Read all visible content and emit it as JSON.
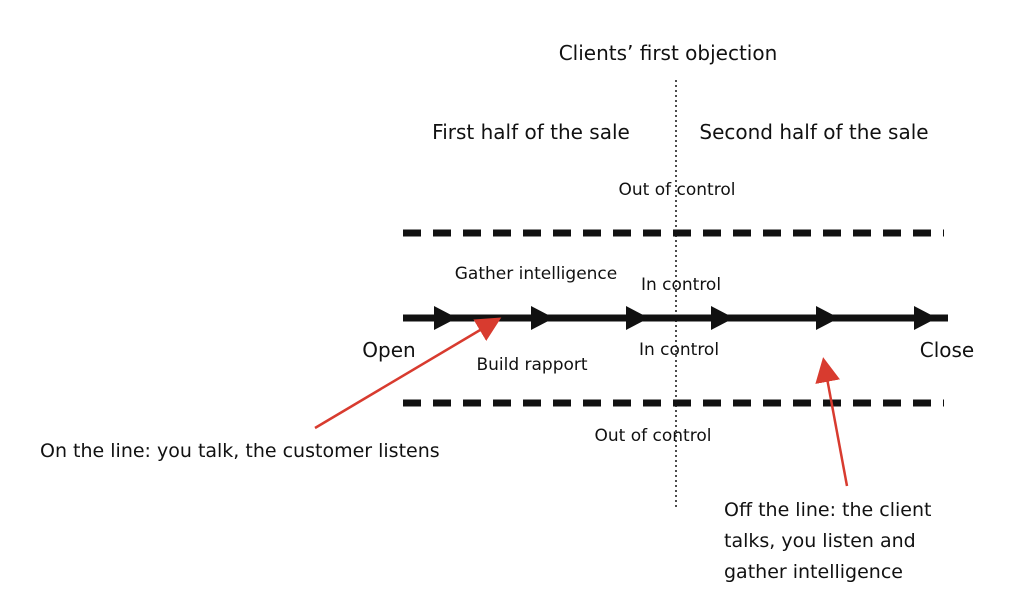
{
  "diagram": {
    "objection_label": "Clients’ first objection",
    "first_half_label": "First half of the sale",
    "second_half_label": "Second half of the sale",
    "out_of_control_top": "Out of control",
    "gather_intelligence": "Gather intelligence",
    "in_control_top": "In control",
    "open_label": "Open",
    "build_rapport": "Build rapport",
    "in_control_bottom": "In control",
    "close_label": "Close",
    "on_line_note": "On the line: you talk, the customer listens",
    "out_of_control_bottom": "Out of control",
    "off_line_note": [
      "Off the line: the client",
      "talks, you listen and",
      "gather intelligence"
    ]
  },
  "colors": {
    "ink": "#111111",
    "annotation_arrow": "#d83b2f",
    "background": "#ffffff"
  },
  "icons": {
    "process_arrowheads": "triangle-right-icon",
    "annotation_pointers": "arrow-up-left-icon"
  }
}
